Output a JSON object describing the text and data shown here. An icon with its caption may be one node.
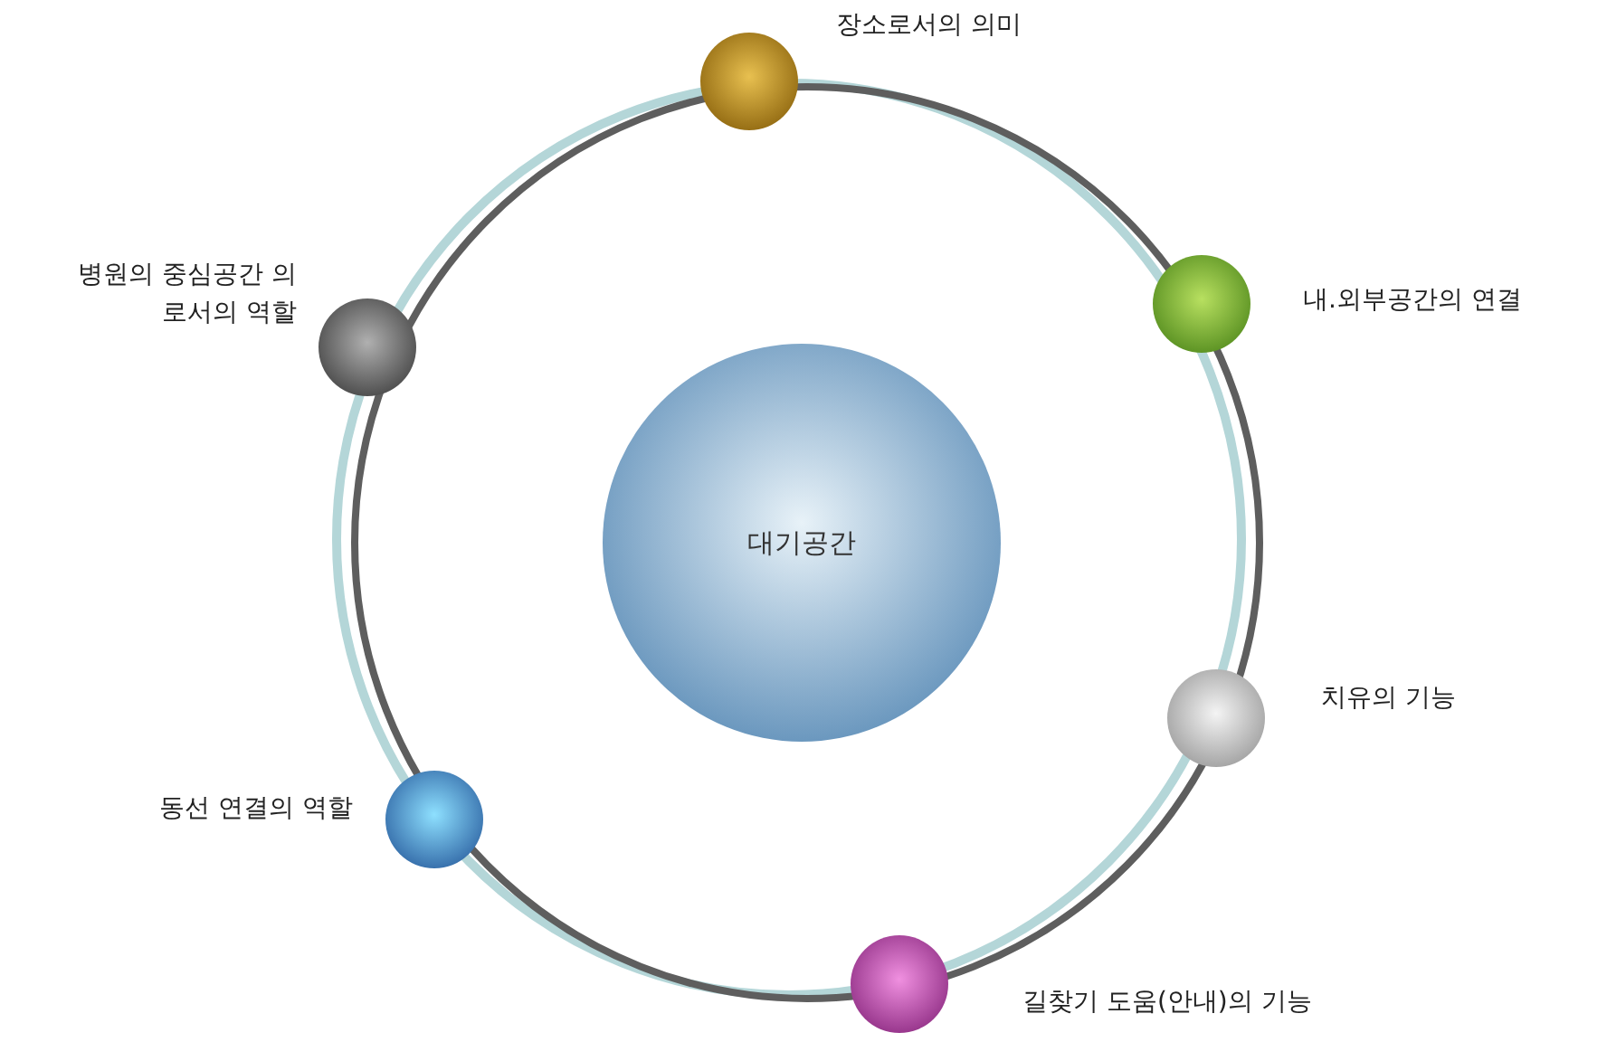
{
  "diagram": {
    "nodes": [
      {
        "text": [
          "대기공간"
        ]
      },
      {
        "text": [],
        "shape": "circle",
        "beside": [
          "장소로서의 의미"
        ]
      },
      {
        "text": [],
        "shape": "circle",
        "beside": [
          "내.외부공간의 연결"
        ]
      },
      {
        "text": [],
        "shape": "circle",
        "beside": [
          "치유의 기능"
        ]
      },
      {
        "text": [],
        "shape": "circle",
        "beside": [
          "길찾기 도움(안내)의 기능"
        ]
      },
      {
        "text": [],
        "shape": "circle",
        "beside": [
          "동선 연결의 역할"
        ]
      },
      {
        "text": [],
        "shape": "circle",
        "beside": [
          "병원의 중심공간 의로서의 역할"
        ]
      }
    ]
  }
}
